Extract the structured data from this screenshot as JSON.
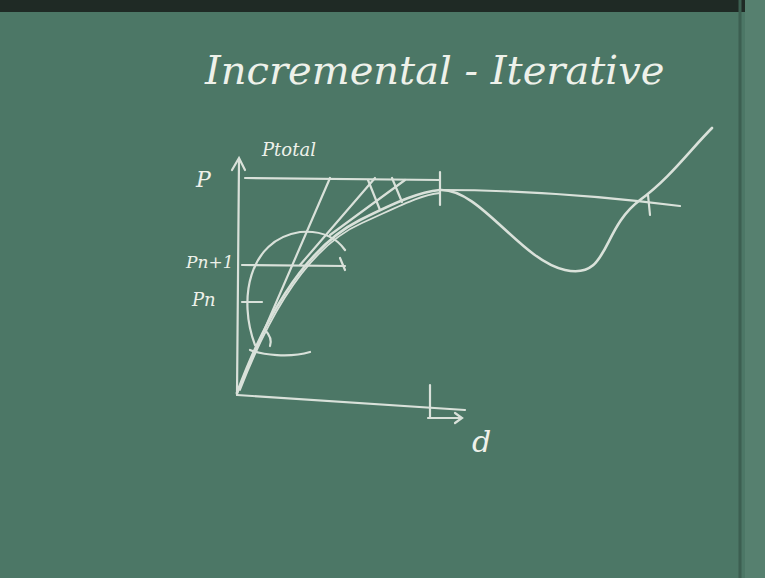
{
  "diagram": {
    "title": "Incremental - Iterative",
    "labels": [
      "P",
      "Ptotal",
      "Pn+1",
      "Pn",
      "d"
    ]
  }
}
